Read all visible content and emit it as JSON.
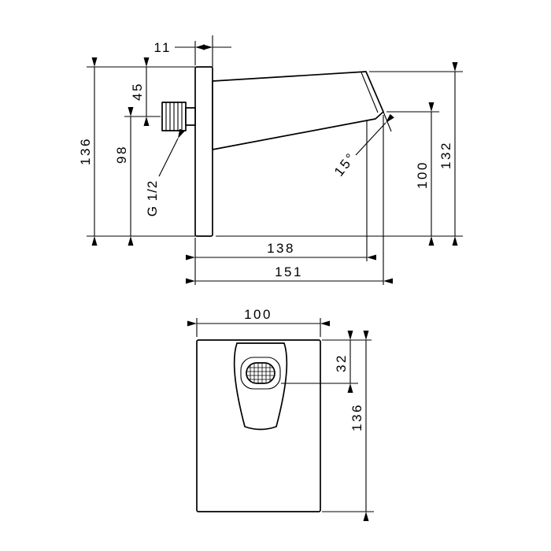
{
  "drawing_type": "technical-dimension-drawing",
  "colors": {
    "line": "#000000",
    "background": "#ffffff"
  },
  "side_view": {
    "plate_thickness": "11",
    "top_to_axis": "45",
    "axis_to_bottom": "98",
    "thread": "G 1/2",
    "plate_height": "136",
    "angle": "15°",
    "outlet_height": "100",
    "total_height": "132",
    "reach_inner": "138",
    "reach_total": "151"
  },
  "front_view": {
    "plate_width": "100",
    "outlet_offset": "32",
    "plate_height": "136"
  }
}
